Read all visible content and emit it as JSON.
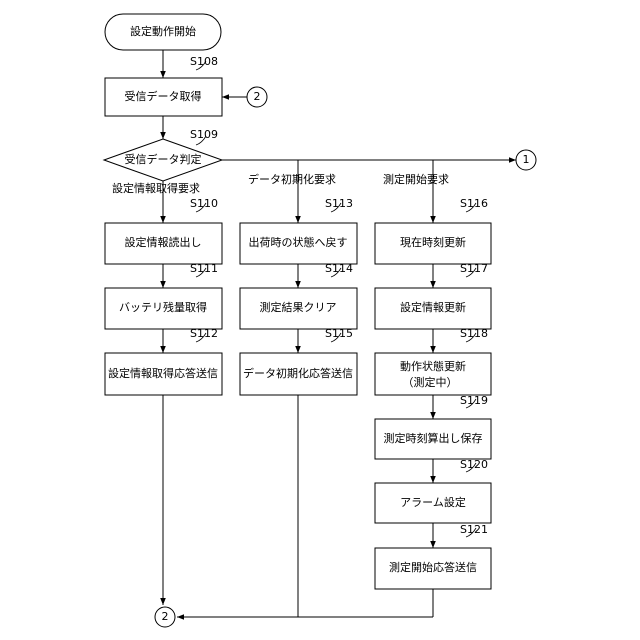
{
  "diagram": {
    "start": {
      "label": "設定動作開始"
    },
    "receive": {
      "step": "S108",
      "label": "受信データ取得"
    },
    "judge": {
      "step": "S109",
      "label": "受信データ判定"
    },
    "connectors": {
      "one": "1",
      "two": "2"
    },
    "branches": {
      "left": {
        "condition": "設定情報取得要求",
        "steps": [
          {
            "step": "S110",
            "label": "設定情報読出し"
          },
          {
            "step": "S111",
            "label": "バッテリ残量取得"
          },
          {
            "step": "S112",
            "label": "設定情報取得応答送信"
          }
        ]
      },
      "middle": {
        "condition": "データ初期化要求",
        "steps": [
          {
            "step": "S113",
            "label": "出荷時の状態へ戻す"
          },
          {
            "step": "S114",
            "label": "測定結果クリア"
          },
          {
            "step": "S115",
            "label": "データ初期化応答送信"
          }
        ]
      },
      "right": {
        "condition": "測定開始要求",
        "steps": [
          {
            "step": "S116",
            "label": "現在時刻更新"
          },
          {
            "step": "S117",
            "label": "設定情報更新"
          },
          {
            "step": "S118",
            "label": "動作状態更新",
            "label2": "（測定中）"
          },
          {
            "step": "S119",
            "label": "測定時刻算出し保存"
          },
          {
            "step": "S120",
            "label": "アラーム設定"
          },
          {
            "step": "S121",
            "label": "測定開始応答送信"
          }
        ]
      }
    }
  }
}
